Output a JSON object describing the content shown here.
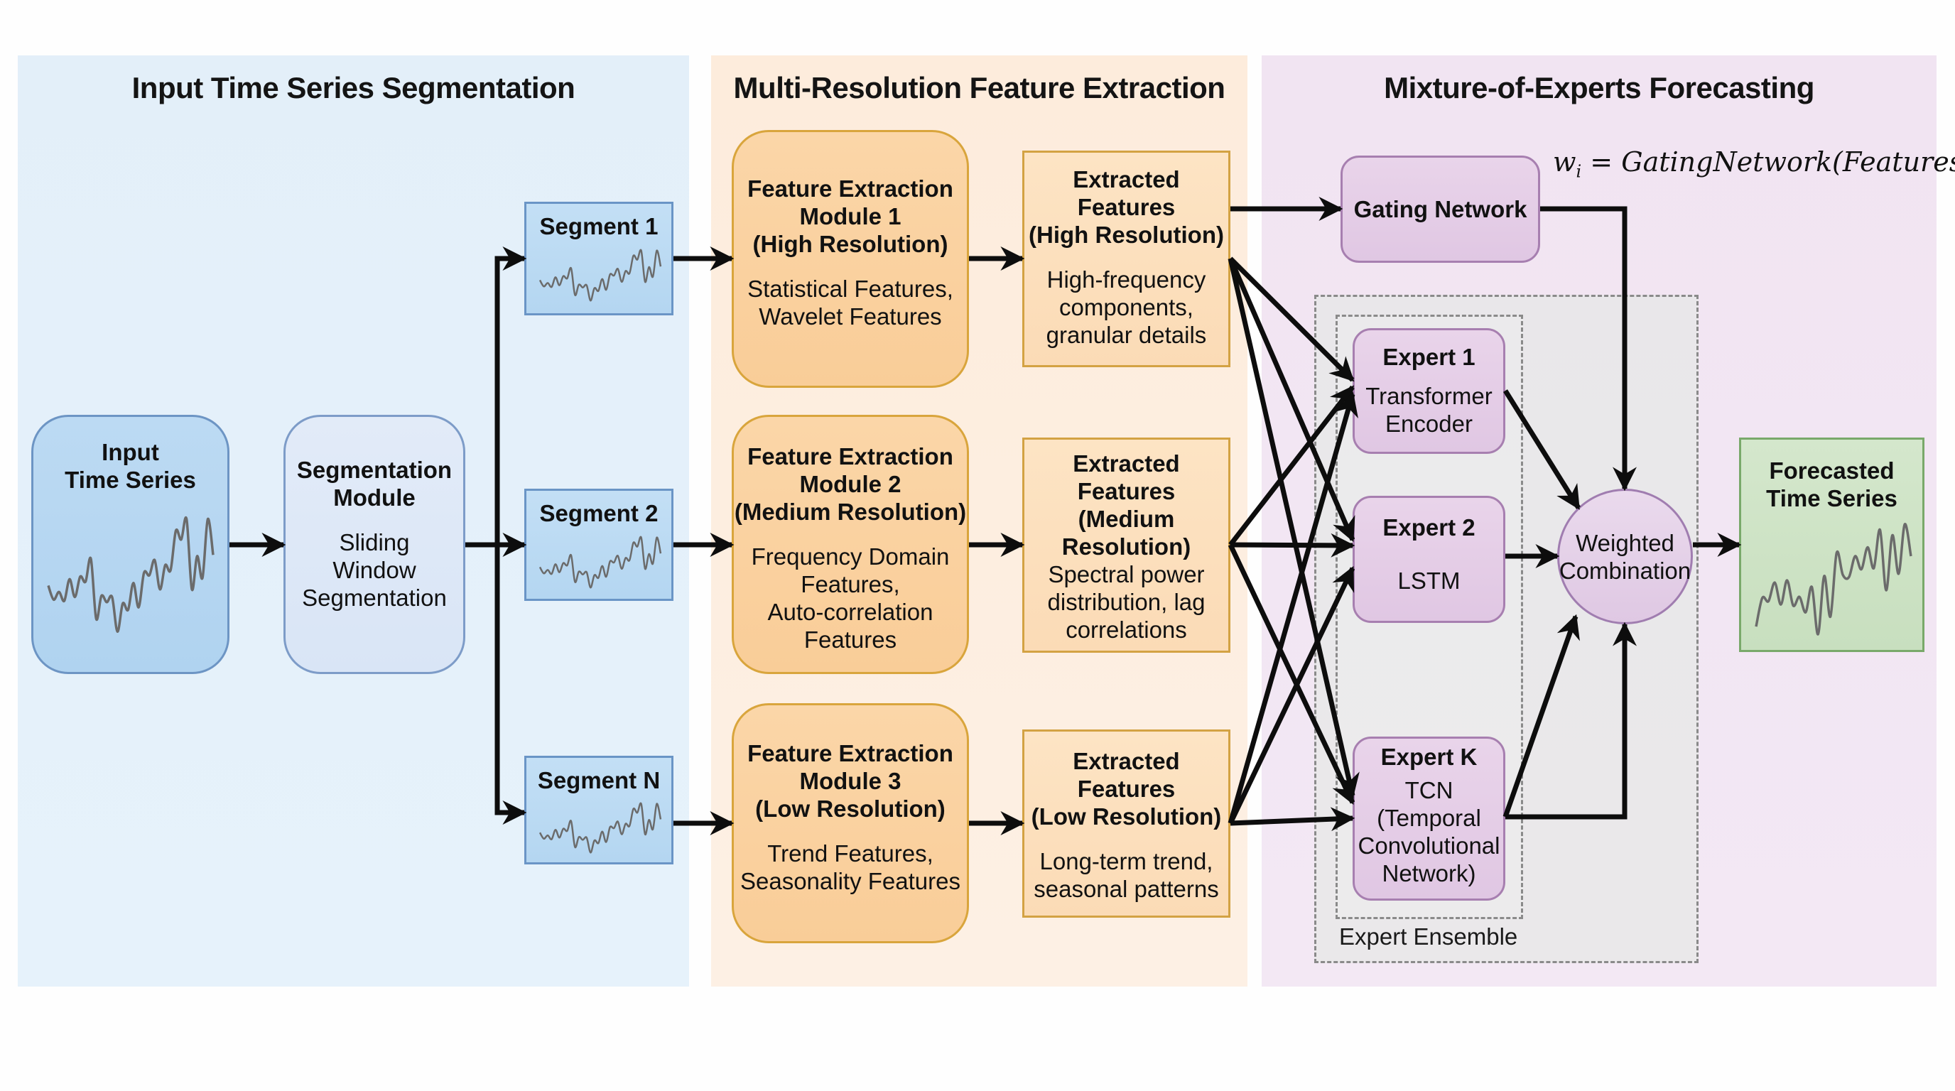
{
  "panels": {
    "segmentation": {
      "title": "Input Time Series Segmentation",
      "color": "#e4f0fa"
    },
    "features": {
      "title": "Multi-Resolution Feature Extraction",
      "color": "#fdeee0"
    },
    "moe": {
      "title": "Mixture-of-Experts Forecasting",
      "color": "#f2e6f3"
    }
  },
  "nodes": {
    "input": {
      "title_line1": "Input",
      "title_line2": "Time Series"
    },
    "segmentation_module": {
      "title_line1": "Segmentation",
      "title_line2": "Module",
      "body_line1": "Sliding",
      "body_line2": "Window",
      "body_line3": "Segmentation"
    },
    "segments": [
      {
        "label": "Segment 1"
      },
      {
        "label": "Segment 2"
      },
      {
        "label": "Segment N"
      }
    ],
    "feature_modules": [
      {
        "title_line1": "Feature Extraction",
        "title_line2": "Module 1",
        "title_line3": "(High Resolution)",
        "body_lines": [
          "Statistical Features,",
          "Wavelet Features"
        ]
      },
      {
        "title_line1": "Feature Extraction",
        "title_line2": "Module 2",
        "title_line3": "(Medium Resolution)",
        "body_lines": [
          "Frequency Domain",
          "Features,",
          "Auto-correlation",
          "Features"
        ]
      },
      {
        "title_line1": "Feature Extraction",
        "title_line2": "Module 3",
        "title_line3": "(Low Resolution)",
        "body_lines": [
          "Trend Features,",
          "Seasonality Features"
        ]
      }
    ],
    "extracted": [
      {
        "title_lines": [
          "Extracted",
          "Features",
          "(High Resolution)"
        ],
        "body_lines": [
          "High-frequency",
          "components,",
          "granular details"
        ]
      },
      {
        "title_lines": [
          "Extracted",
          "Features",
          "(Medium",
          "Resolution)"
        ],
        "body_lines": [
          "Spectral power",
          "distribution, lag",
          "correlations"
        ]
      },
      {
        "title_lines": [
          "Extracted",
          "Features",
          "(Low Resolution)"
        ],
        "body_lines": [
          "Long-term trend,",
          "seasonal patterns"
        ]
      }
    ],
    "gating": {
      "label": "Gating Network"
    },
    "formula": {
      "lhs": "w",
      "subscript": "i",
      "rhs": " = GatingNetwork(Features)"
    },
    "experts": [
      {
        "title": "Expert 1",
        "body_lines": [
          "Transformer",
          "Encoder"
        ]
      },
      {
        "title": "Expert 2",
        "body_lines": [
          "LSTM"
        ]
      },
      {
        "title": "Expert K",
        "body_lines": [
          "TCN",
          "(Temporal",
          "Convolutional",
          "Network)"
        ]
      }
    ],
    "ensemble": {
      "label": "Expert Ensemble"
    },
    "combination": {
      "line1": "Weighted",
      "line2": "Combination"
    },
    "forecast": {
      "title_line1": "Forecasted",
      "title_line2": "Time Series"
    }
  },
  "waveforms": {
    "input_series": [
      0.42,
      0.31,
      0.37,
      0.3,
      0.47,
      0.33,
      0.49,
      0.45,
      0.63,
      0.16,
      0.34,
      0.29,
      0.33,
      0.06,
      0.28,
      0.23,
      0.44,
      0.25,
      0.52,
      0.5,
      0.62,
      0.39,
      0.58,
      0.54,
      0.85,
      0.78,
      0.94,
      0.39,
      0.65,
      0.48,
      0.94,
      0.66
    ],
    "forecast_series": [
      0.07,
      0.33,
      0.3,
      0.47,
      0.27,
      0.49,
      0.26,
      0.34,
      0.2,
      0.43,
      0.0,
      0.53,
      0.16,
      0.74,
      0.54,
      0.52,
      0.71,
      0.59,
      0.79,
      0.6,
      0.95,
      0.4,
      0.9,
      0.55,
      1.0,
      0.71
    ],
    "line_color": "#6b6b6b"
  },
  "connections": [
    {
      "from": "input",
      "to": "segmentation_module"
    },
    {
      "from": "segmentation_module",
      "to": "segment_1"
    },
    {
      "from": "segmentation_module",
      "to": "segment_2"
    },
    {
      "from": "segmentation_module",
      "to": "segment_n"
    },
    {
      "from": "segment_1",
      "to": "feature_module_1"
    },
    {
      "from": "segment_2",
      "to": "feature_module_2"
    },
    {
      "from": "segment_n",
      "to": "feature_module_3"
    },
    {
      "from": "feature_module_1",
      "to": "extracted_1"
    },
    {
      "from": "feature_module_2",
      "to": "extracted_2"
    },
    {
      "from": "feature_module_3",
      "to": "extracted_3"
    },
    {
      "from": "extracted_1",
      "to": "gating_network"
    },
    {
      "from": "extracted_1",
      "to": "expert_1"
    },
    {
      "from": "extracted_1",
      "to": "expert_2"
    },
    {
      "from": "extracted_1",
      "to": "expert_k"
    },
    {
      "from": "extracted_2",
      "to": "expert_1"
    },
    {
      "from": "extracted_2",
      "to": "expert_2"
    },
    {
      "from": "extracted_2",
      "to": "expert_k"
    },
    {
      "from": "extracted_3",
      "to": "expert_1"
    },
    {
      "from": "extracted_3",
      "to": "expert_2"
    },
    {
      "from": "extracted_3",
      "to": "expert_k"
    },
    {
      "from": "gating_network",
      "to": "weighted_combination"
    },
    {
      "from": "expert_1",
      "to": "weighted_combination"
    },
    {
      "from": "expert_2",
      "to": "weighted_combination"
    },
    {
      "from": "expert_k",
      "to": "weighted_combination"
    },
    {
      "from": "weighted_combination",
      "to": "forecast"
    }
  ],
  "colors": {
    "arrow": "#0d0d0d",
    "blue_border": "#6d95c4",
    "orange_border": "#d9a53c",
    "purple_border": "#a77fb0",
    "green_border": "#79a96a",
    "dashed_border": "#8a8a8a"
  }
}
